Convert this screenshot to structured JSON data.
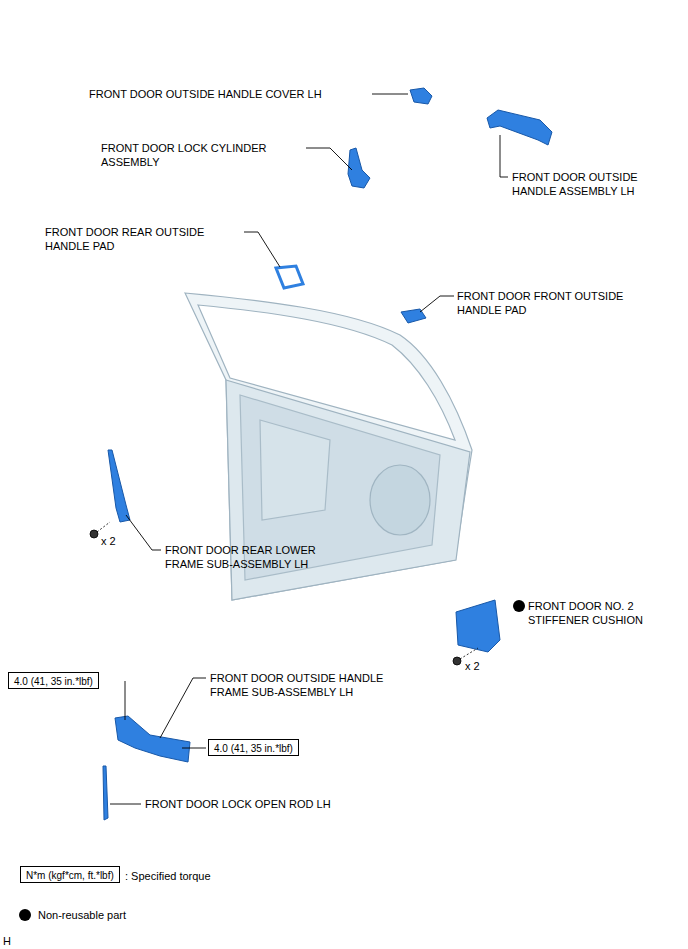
{
  "diagram": {
    "nodes": [
      {
        "text": [
          "4.0 (41, 35 in.*lbf)"
        ]
      },
      {
        "text": [
          "4.0 (41, 35 in.*lbf)"
        ]
      },
      {
        "text": [
          "N*m (kgf*cm, ft.*lbf)"
        ]
      }
    ],
    "labels": [
      "FRONT DOOR OUTSIDE HANDLE COVER LH",
      "FRONT DOOR LOCK CYLINDER ASSEMBLY",
      "FRONT DOOR OUTSIDE HANDLE ASSEMBLY LH",
      "FRONT DOOR REAR OUTSIDE HANDLE PAD",
      "FRONT DOOR FRONT OUTSIDE HANDLE PAD",
      "x 2",
      "FRONT DOOR REAR LOWER FRAME SUB-ASSEMBLY LH",
      "FRONT DOOR NO. 2 STIFFENER CUSHION",
      "x 2",
      "FRONT DOOR OUTSIDE HANDLE FRAME SUB-ASSEMBLY LH",
      "FRONT DOOR LOCK OPEN ROD LH",
      "H"
    ],
    "legend": [
      {
        "text": ": Specified torque"
      },
      {
        "text": "Non-reusable part",
        "color": "#000000"
      }
    ]
  }
}
